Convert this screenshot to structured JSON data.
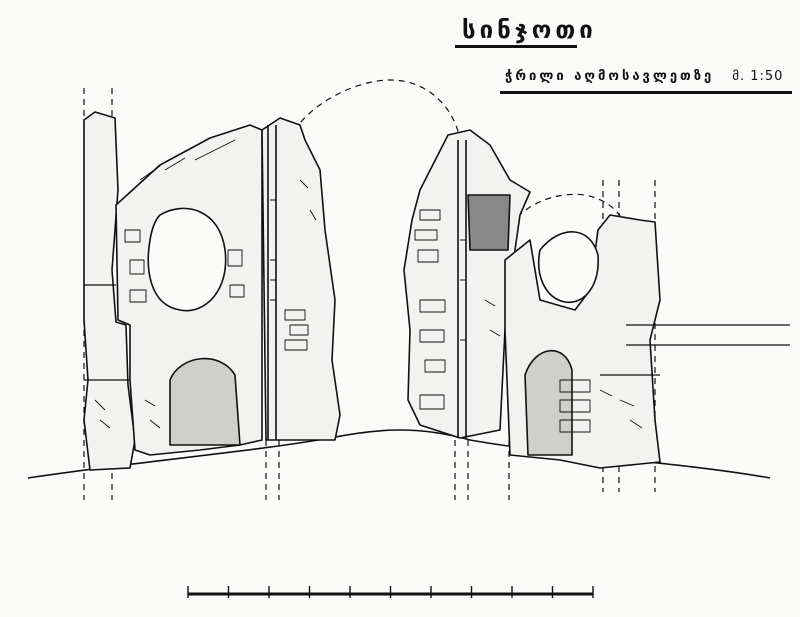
{
  "drawing": {
    "title": "სინჯოთი",
    "section_label": "ჭრილი აღმოსავლეთზე",
    "scale": "მ. 1:50",
    "scale_bar_divisions": 10,
    "ink_color": "#111111",
    "paper_color": "#fbfbfa"
  }
}
